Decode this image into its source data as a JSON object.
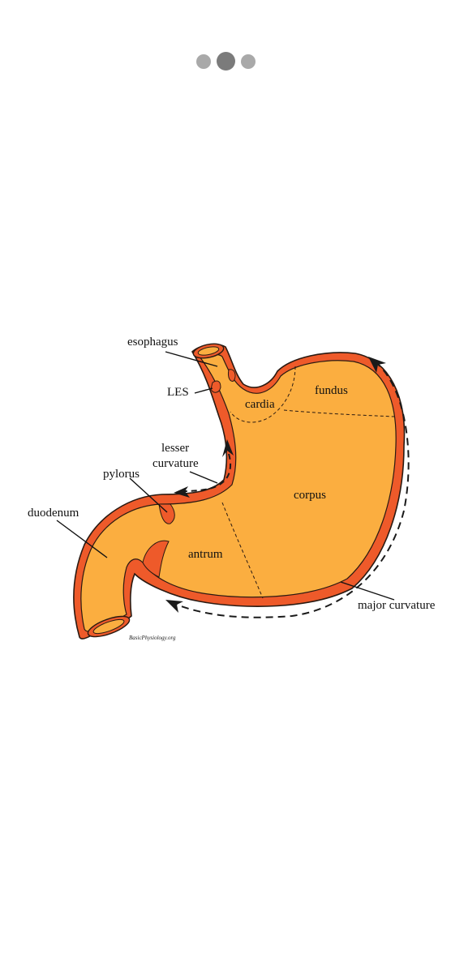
{
  "carousel": {
    "dots": 3,
    "active_index": 1
  },
  "colors": {
    "wall": "#ee5a2a",
    "lumen": "#fbae40",
    "outline": "#2a1a12",
    "arrow": "#1a1a1a"
  },
  "diagram": {
    "labels": {
      "esophagus": "esophagus",
      "les": "LES",
      "cardia": "cardia",
      "fundus": "fundus",
      "lesser_curvature_line1": "lesser",
      "lesser_curvature_line2": "curvature",
      "pylorus": "pylorus",
      "corpus": "corpus",
      "duodenum": "duodenum",
      "antrum": "antrum",
      "major_curvature": "major curvature"
    },
    "credit": "BasicPhysiology.org"
  }
}
